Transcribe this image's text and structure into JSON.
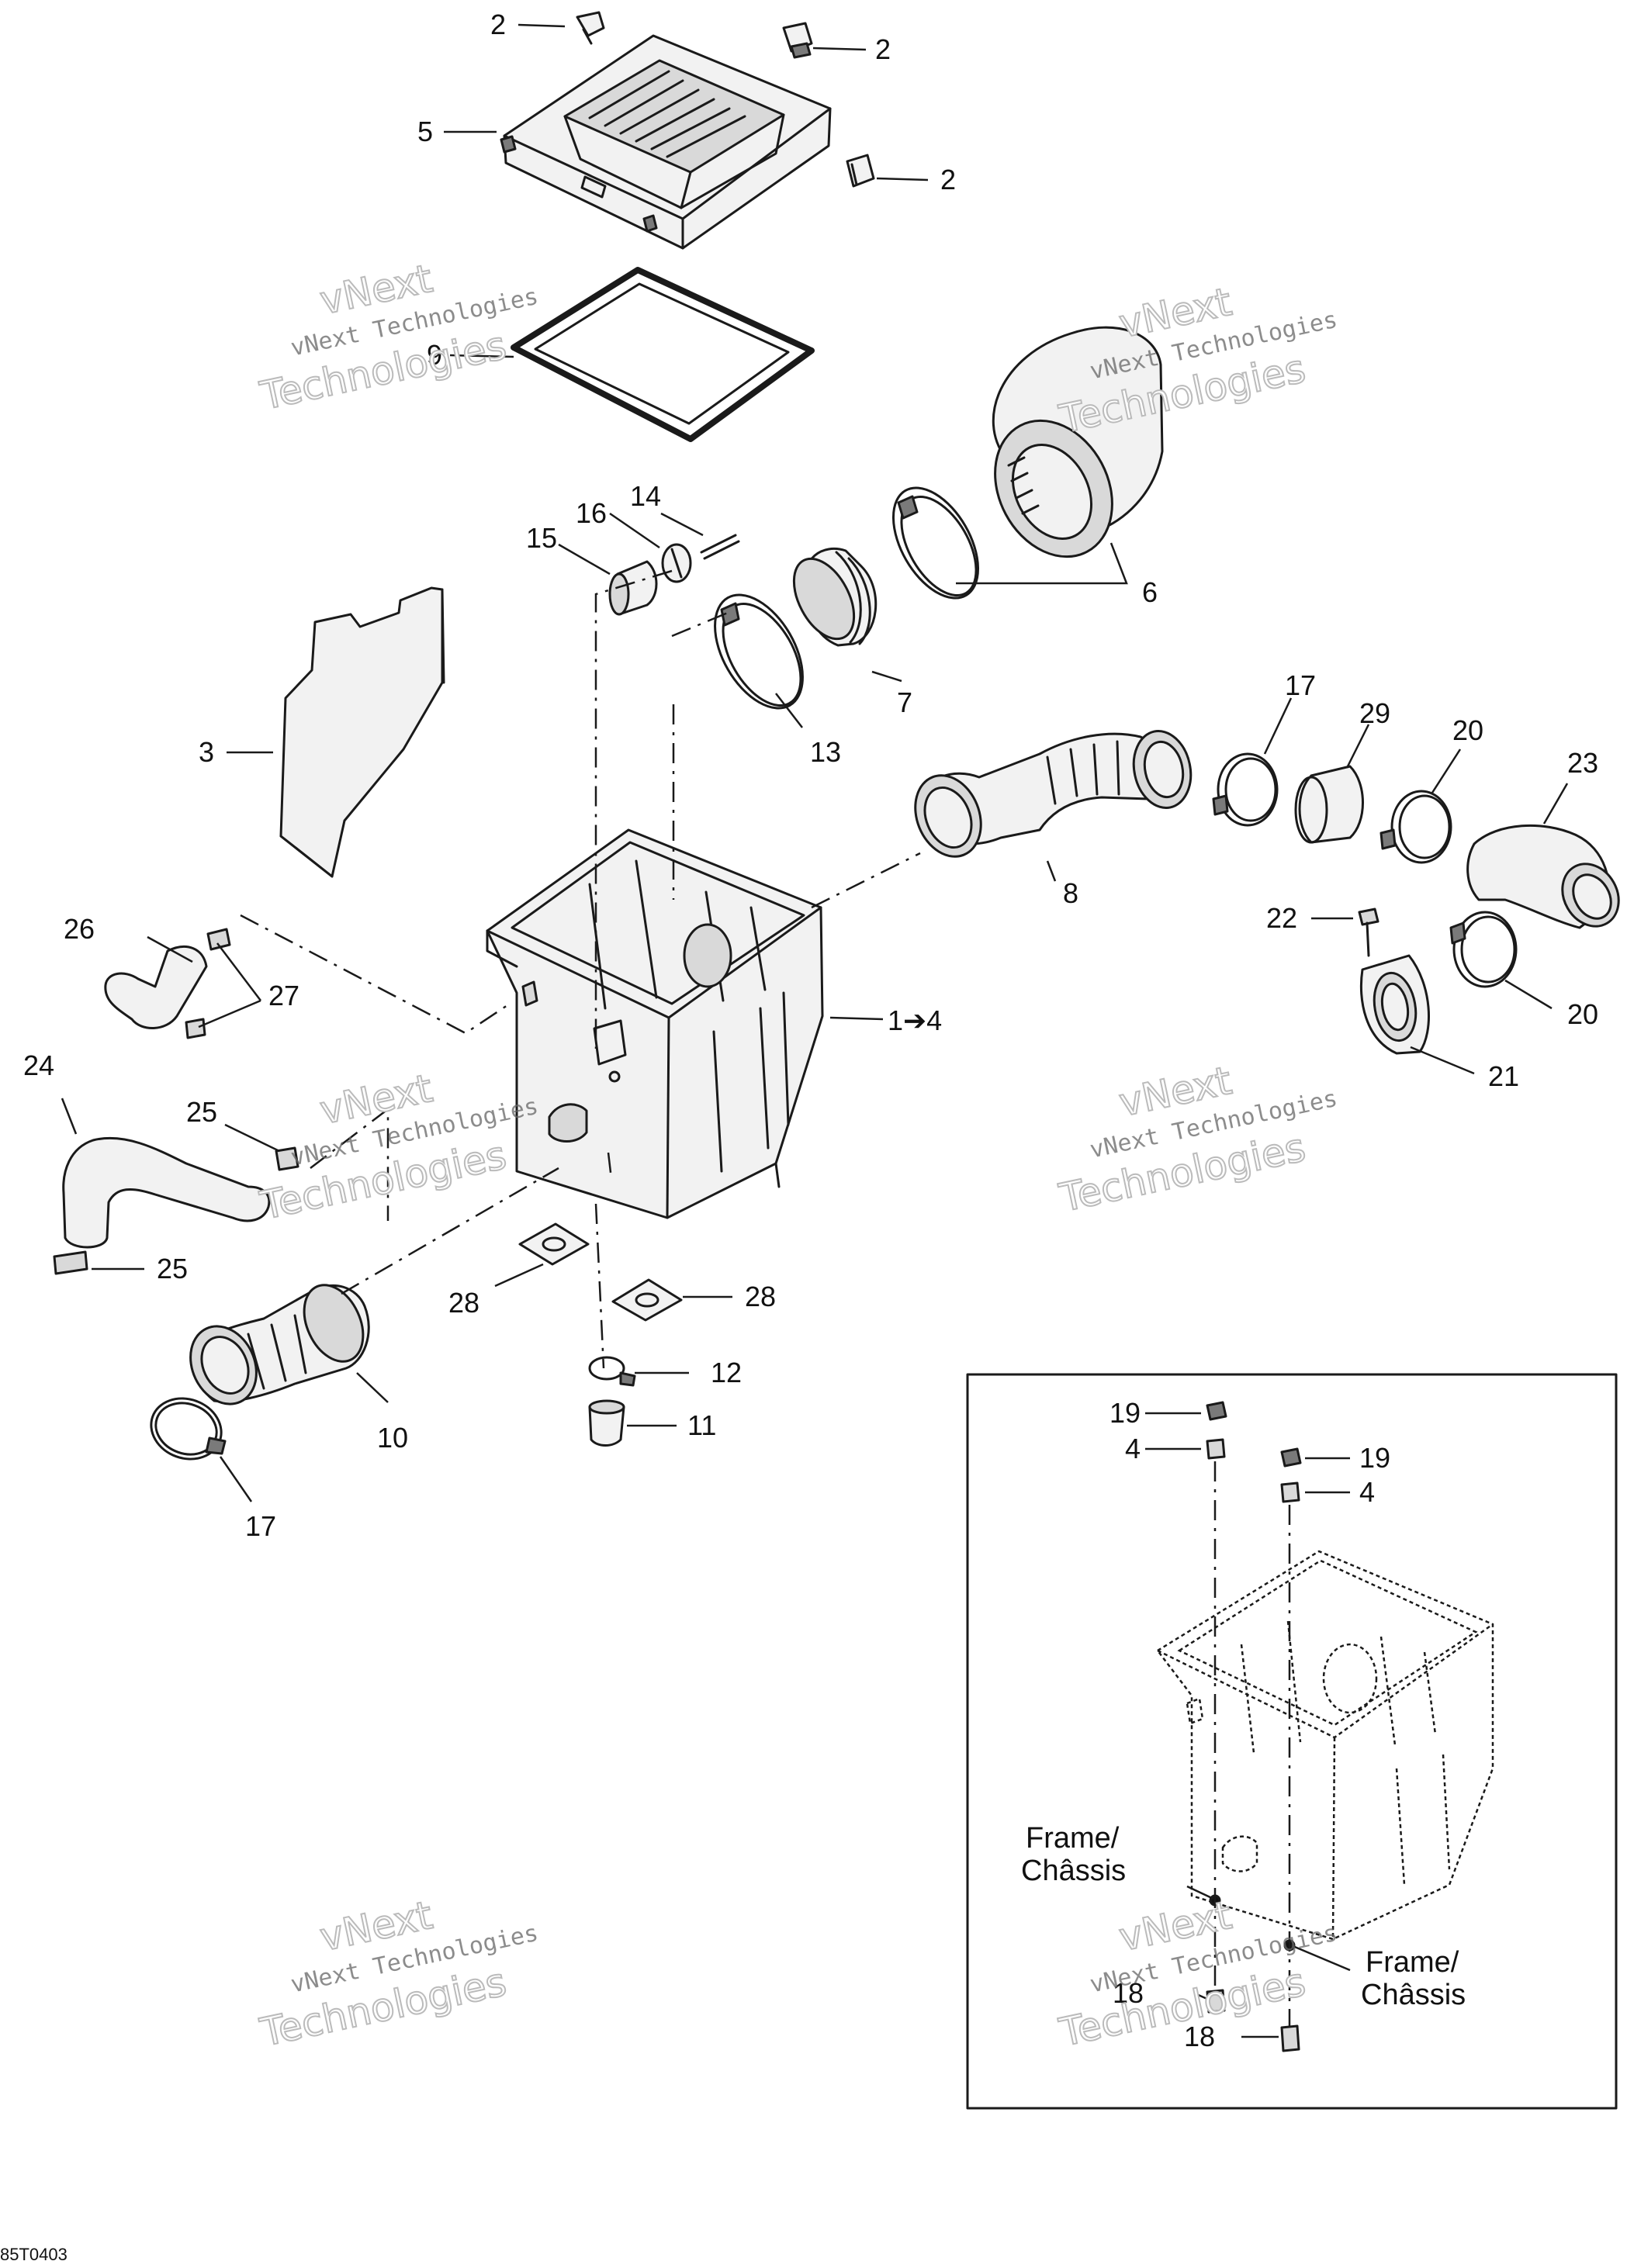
{
  "callouts": {
    "c2a": "2",
    "c2b": "2",
    "c2c": "2",
    "c5": "5",
    "c9": "9",
    "c6": "6",
    "c14": "14",
    "c16": "16",
    "c15": "15",
    "c7": "7",
    "c13": "13",
    "c3": "3",
    "c17a": "17",
    "c29": "29",
    "c20a": "20",
    "c23": "23",
    "c8": "8",
    "c22": "22",
    "c26": "26",
    "c27": "27",
    "c14to": "1➔4",
    "c20b": "20",
    "c24": "24",
    "c21": "21",
    "c25a": "25",
    "c25b": "25",
    "c28a": "28",
    "c28b": "28",
    "c12": "12",
    "c11": "11",
    "c10": "10",
    "c17b": "17",
    "c19a": "19",
    "c4a": "4",
    "c19b": "19",
    "c4b": "4",
    "c18a": "18",
    "c18b": "18"
  },
  "notes": {
    "frame_left_1": "Frame/",
    "frame_left_2": "Châssis",
    "frame_right_1": "Frame/",
    "frame_right_2": "Châssis"
  },
  "watermark": {
    "line1": "vNext",
    "line2": "vNext Technologies",
    "line3": "Technologies"
  },
  "figure_code": "85T0403"
}
